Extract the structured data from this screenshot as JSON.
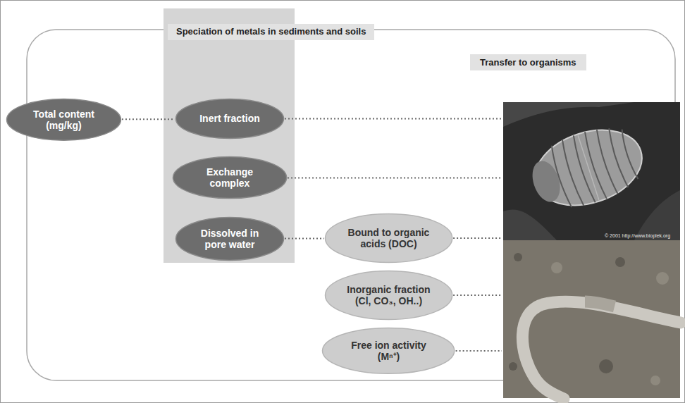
{
  "diagram": {
    "nodes": [
      {
        "text": [
          "Total content (mg/kg)"
        ]
      },
      {
        "text": [
          "Speciation of metals in sediments and soils"
        ]
      },
      {
        "text": [
          "Inert fraction"
        ],
        "in": 1
      },
      {
        "text": [
          "Exchange complex"
        ],
        "in": 1
      },
      {
        "text": [
          "Dissolved in pore water"
        ],
        "in": 1
      },
      {
        "text": [
          "Bound to organic acids (DOC)"
        ]
      },
      {
        "text": [
          "Inorganic fraction (Cl, CO₃, OH..)"
        ]
      },
      {
        "text": [
          "Free ion activity (Mⁿ⁺)"
        ]
      }
    ],
    "edges": [
      {
        "from": 0,
        "to": 2,
        "arrow": "none"
      },
      {
        "from": 4,
        "to": 5,
        "arrow": "none"
      }
    ],
    "labels": [
      "Transfer to organisms",
      "© 2001 http://www.bioplek.org"
    ]
  }
}
